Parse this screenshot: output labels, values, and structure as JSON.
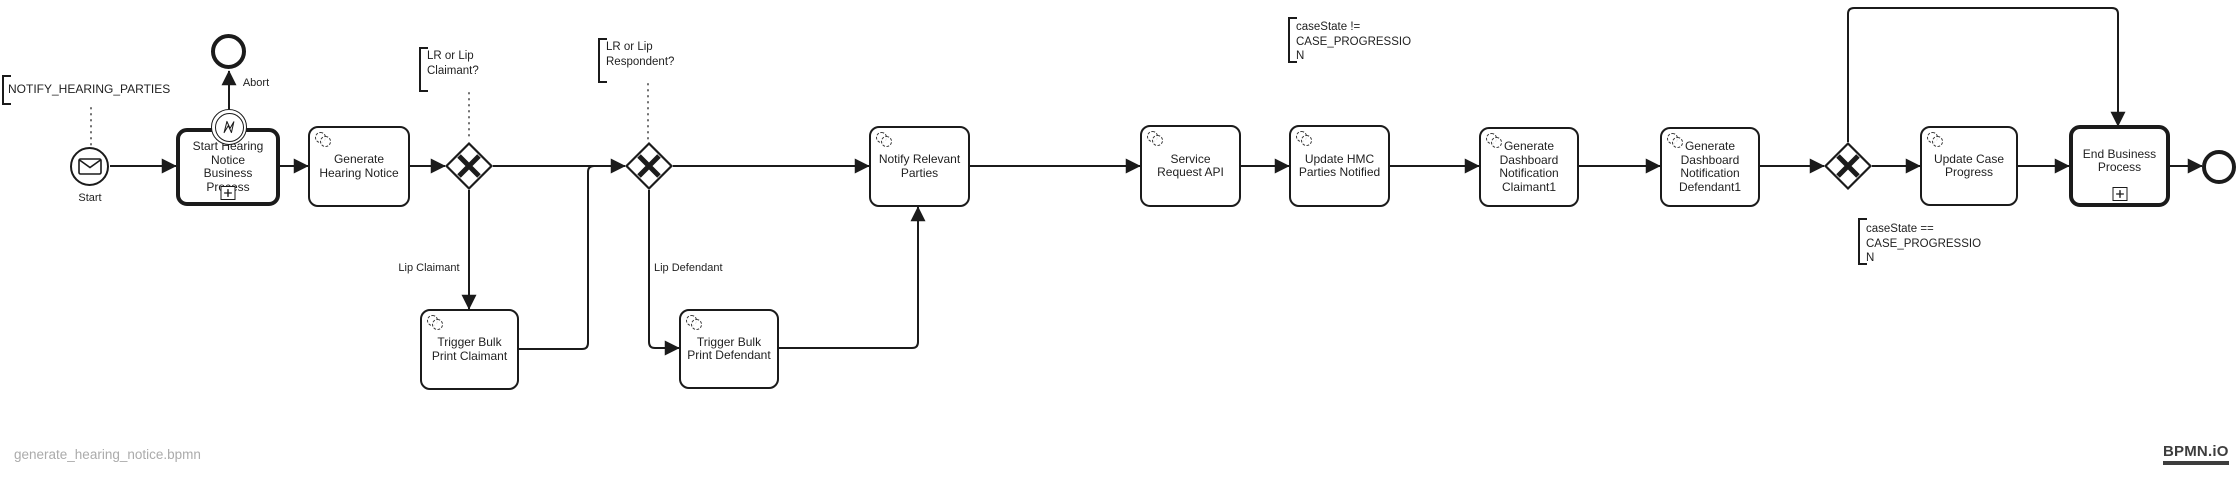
{
  "diagram": {
    "events": {
      "start_label": "Start",
      "abort_label": "Abort"
    },
    "tasks": {
      "start_hearing_notice": "Start Hearing\nNotice\nBusiness\nProcess",
      "generate_hearing_notice": "Generate\nHearing Notice",
      "trigger_bulk_print_claimant": "Trigger Bulk\nPrint Claimant",
      "trigger_bulk_print_defendant": "Trigger Bulk\nPrint Defendant",
      "notify_relevant_parties": "Notify Relevant\nParties",
      "service_request_api": "Service\nRequest API",
      "update_hmc_parties_notified": "Update HMC\nParties Notified",
      "generate_dashboard_notification_claimant1": "Generate\nDashboard\nNotification\nClaimant1",
      "generate_dashboard_notification_defendant1": "Generate\nDashboard\nNotification\nDefendant1",
      "update_case_progress": "Update Case\nProgress",
      "end_business_process": "End Business\nProcess"
    },
    "annotations": {
      "notify_hearing_parties": "NOTIFY_HEARING_PARTIES",
      "lr_or_lip_claimant": "LR or Lip\nClaimant?",
      "lr_or_lip_respondent": "LR or Lip\nRespondent?",
      "case_state_not_progression": "caseState !=\nCASE_PROGRESSIO\nN",
      "case_state_progression": "caseState ==\nCASE_PROGRESSIO\nN"
    },
    "edge_labels": {
      "lip_claimant": "Lip Claimant",
      "lip_defendant": "Lip Defendant"
    }
  },
  "footer": {
    "filename": "generate_hearing_notice.bpmn",
    "logo": "BPMN.iO"
  },
  "colors": {
    "stroke": "#1b1b1b",
    "association": "#6b6b6b",
    "filename_text": "#ababab",
    "logo_text": "#3d3d3d"
  }
}
